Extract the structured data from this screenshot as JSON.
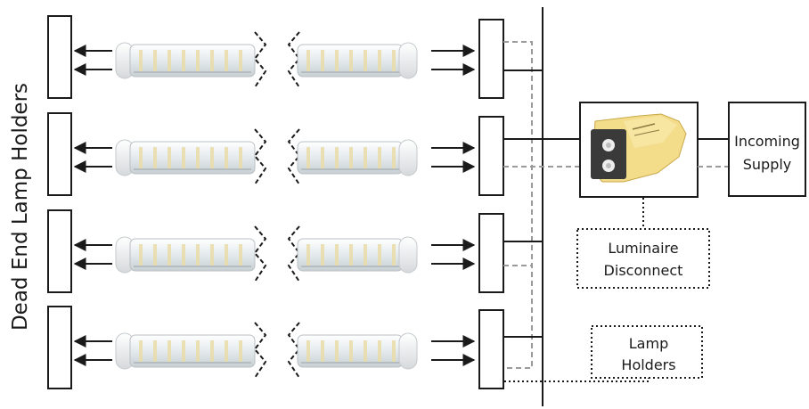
{
  "labels": {
    "side": "Dead End Lamp Holders",
    "supply_line1": "Incoming",
    "supply_line2": "Supply",
    "disconnect_line1": "Luminaire",
    "disconnect_line2": "Disconnect",
    "holders_line1": "Lamp",
    "holders_line2": "Holders"
  },
  "colors": {
    "line": "#1a1a1a",
    "dashed_wire": "#9a9a9a",
    "connector_body": "#f3dc8a",
    "lamp_tube": "#eef2f4",
    "lamp_cap": "#f6f6f6",
    "led": "#e9dca8"
  },
  "lamp_rows": 4
}
